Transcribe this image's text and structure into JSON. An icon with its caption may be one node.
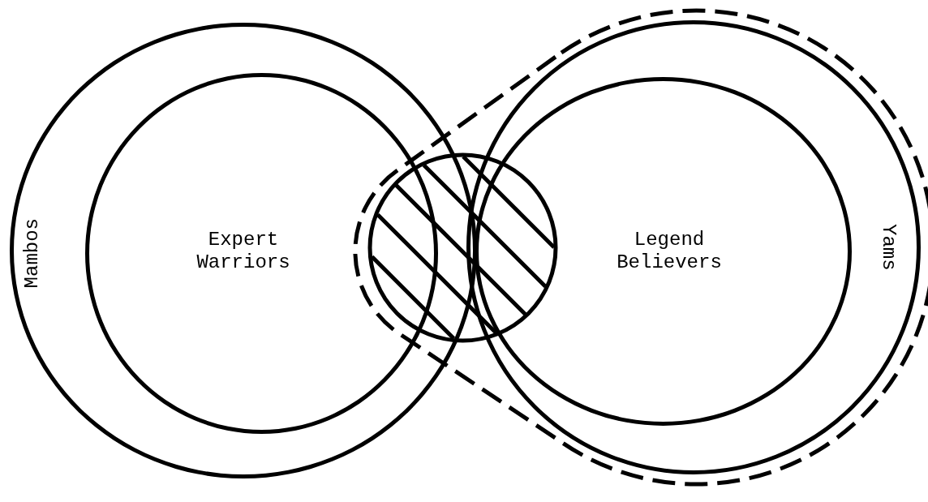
{
  "diagram": {
    "nodes": [
      {
        "text": [
          "Mambos"
        ]
      },
      {
        "text": [
          "Expert Warriors"
        ],
        "in": 0
      },
      {
        "text": [],
        "shape": "loop"
      },
      {
        "text": [
          "Yams"
        ],
        "in": 2
      },
      {
        "text": [
          "Legend Believers"
        ],
        "in": 3
      },
      {
        "text": [],
        "shape": "circle",
        "in": 2
      }
    ]
  }
}
